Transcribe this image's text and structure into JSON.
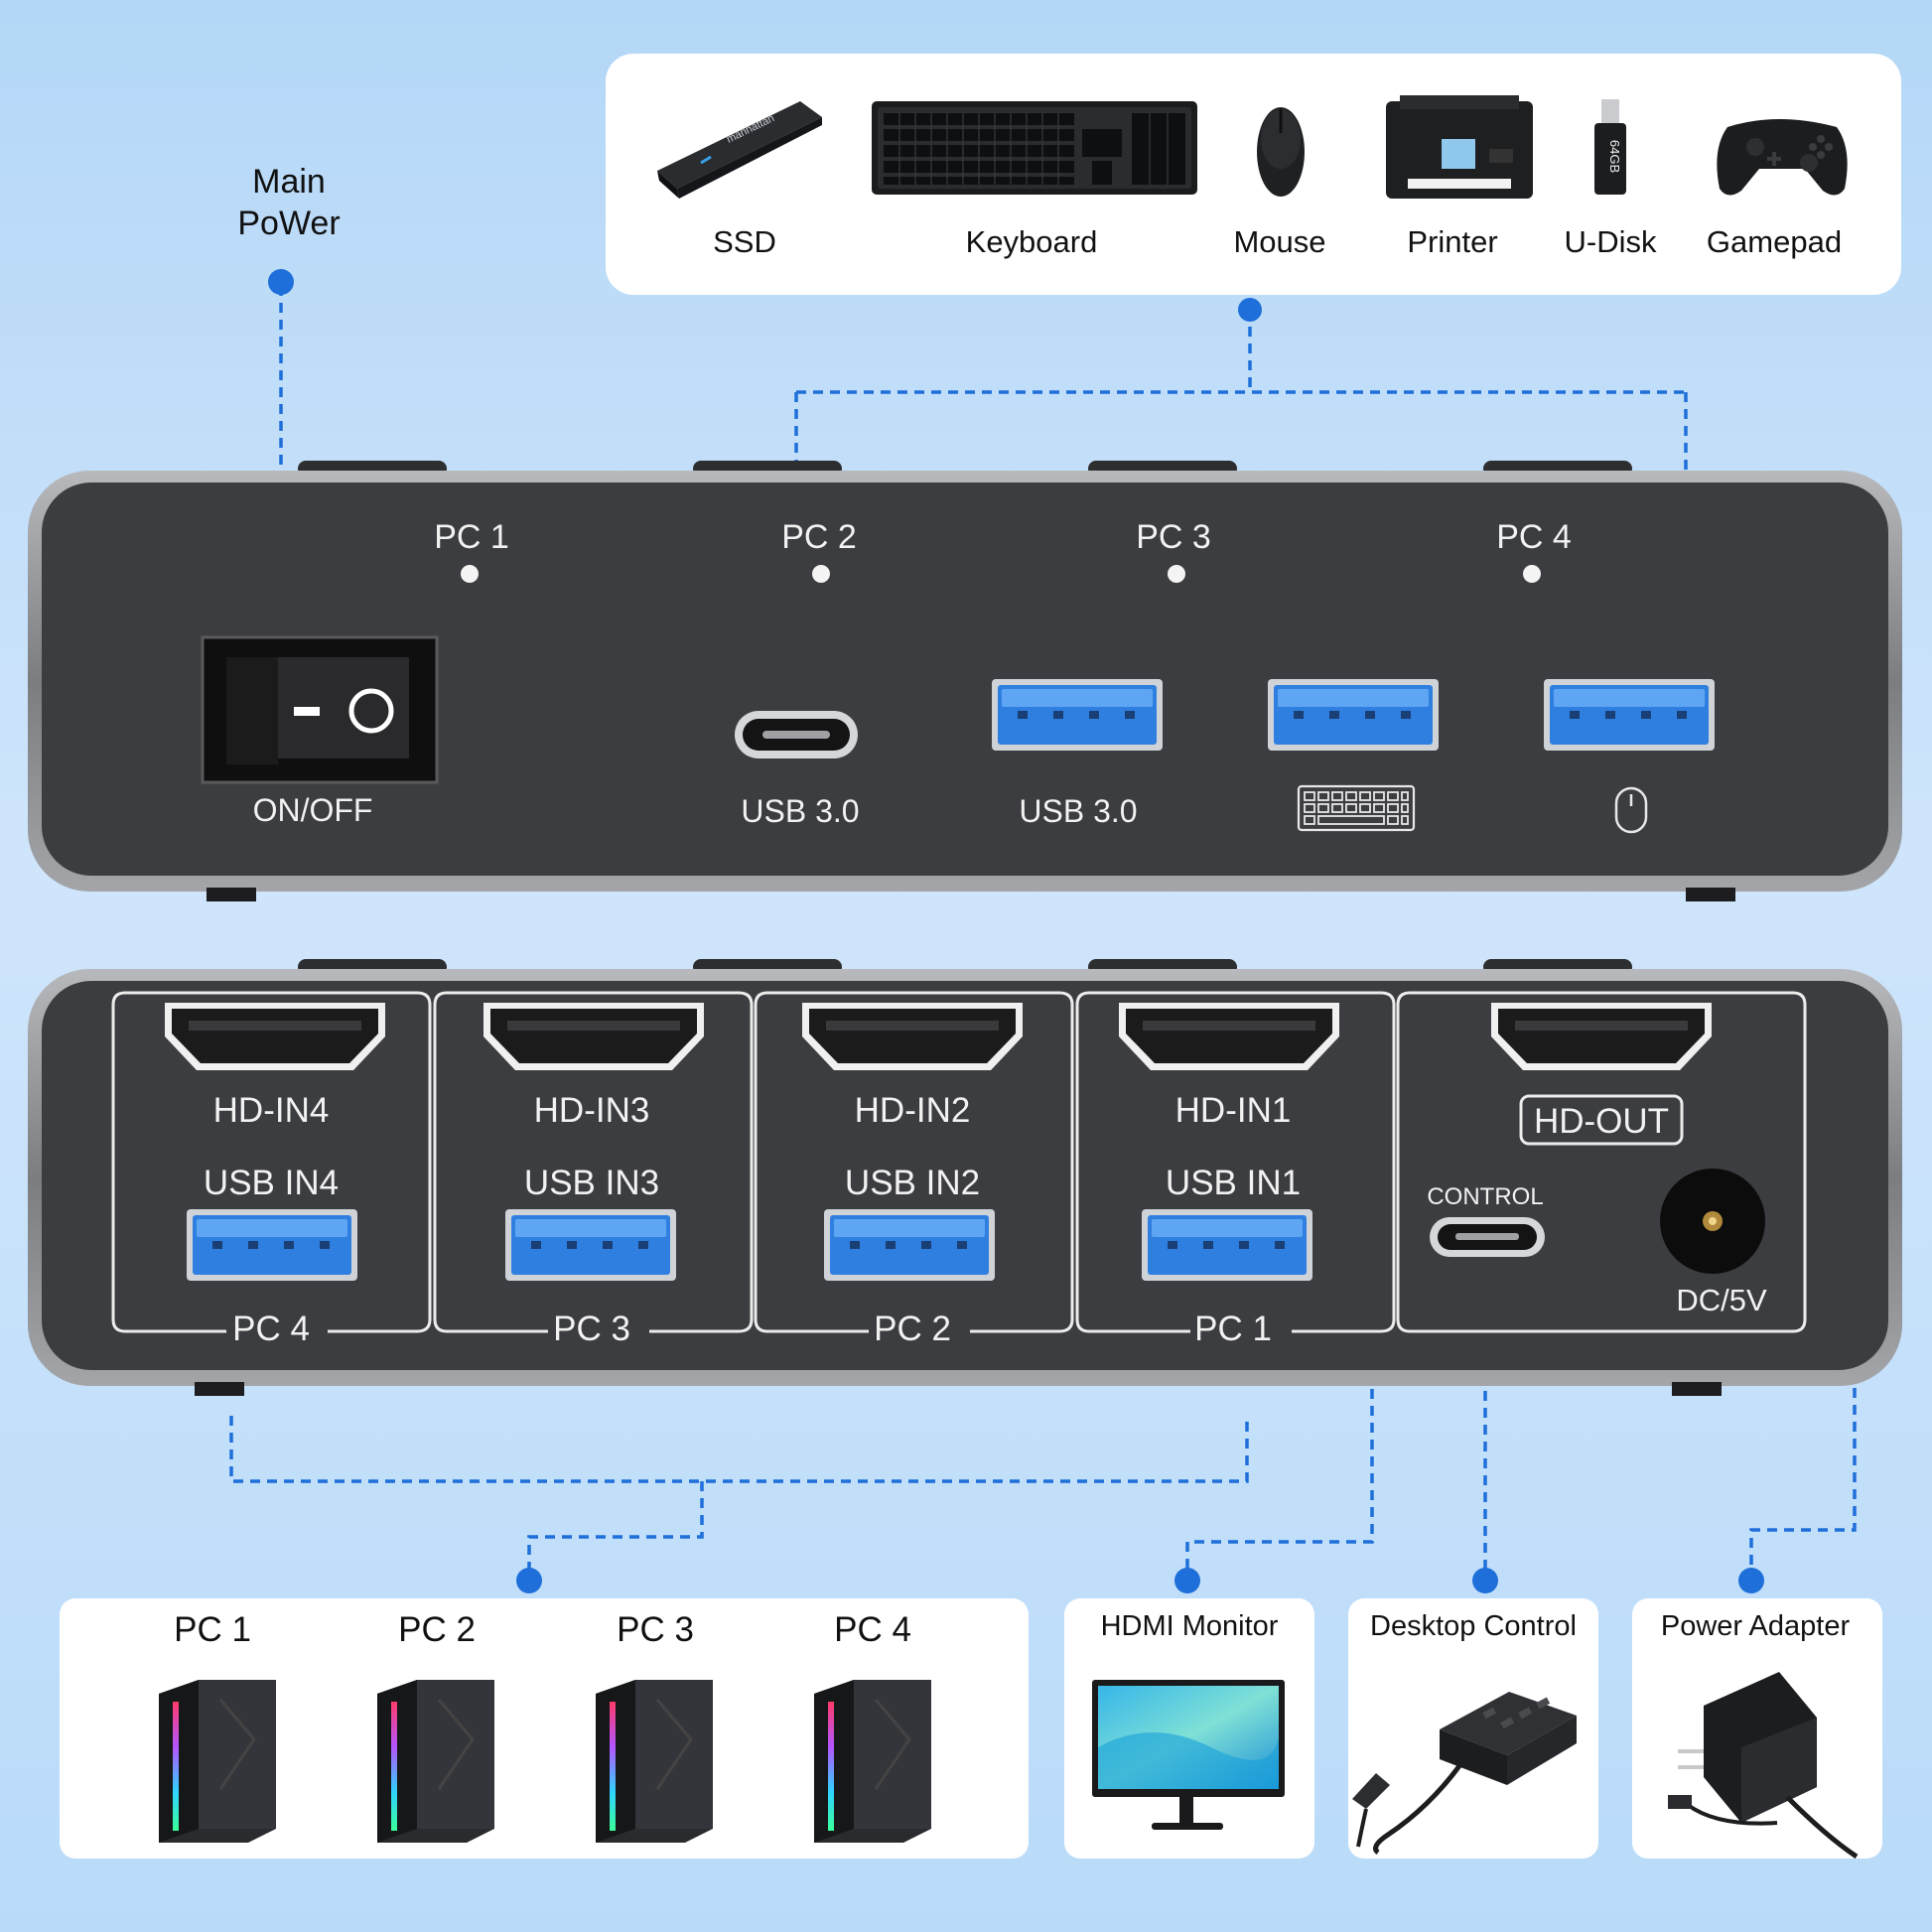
{
  "main_power": {
    "line1": "Main",
    "line2": "PoWer"
  },
  "devices": [
    "SSD",
    "Keyboard",
    "Mouse",
    "Printer",
    "U-Disk",
    "Gamepad"
  ],
  "ssd_brand": "manhattan",
  "udisk_capacity": "64GB",
  "front_panel": {
    "pc_labels": [
      "PC 1",
      "PC 2",
      "PC 3",
      "PC 4"
    ],
    "switch_label": "ON/OFF",
    "usb_c_label": "USB 3.0",
    "usb_a_label": "USB 3.0",
    "keyboard_port_icon": "keyboard-icon",
    "mouse_port_icon": "mouse-icon"
  },
  "rear_panel": {
    "groups": [
      {
        "hd": "HD-IN4",
        "usb": "USB IN4",
        "pc": "PC 4"
      },
      {
        "hd": "HD-IN3",
        "usb": "USB IN3",
        "pc": "PC 3"
      },
      {
        "hd": "HD-IN2",
        "usb": "USB IN2",
        "pc": "PC 2"
      },
      {
        "hd": "HD-IN1",
        "usb": "USB IN1",
        "pc": "PC 1"
      }
    ],
    "hd_out": "HD-OUT",
    "control": "CONTROL",
    "dc": "DC/5V"
  },
  "targets": {
    "pcs": [
      "PC 1",
      "PC 2",
      "PC 3",
      "PC 4"
    ],
    "monitor": "HDMI Monitor",
    "desktop_control": "Desktop Control",
    "power_adapter": "Power Adapter"
  },
  "colors": {
    "background": "#c3dff9",
    "accent_blue": "#1a73e8",
    "device_body": "#3c3d40",
    "device_frame": "#8c8d90",
    "usb_blue": "#3d8be8"
  }
}
